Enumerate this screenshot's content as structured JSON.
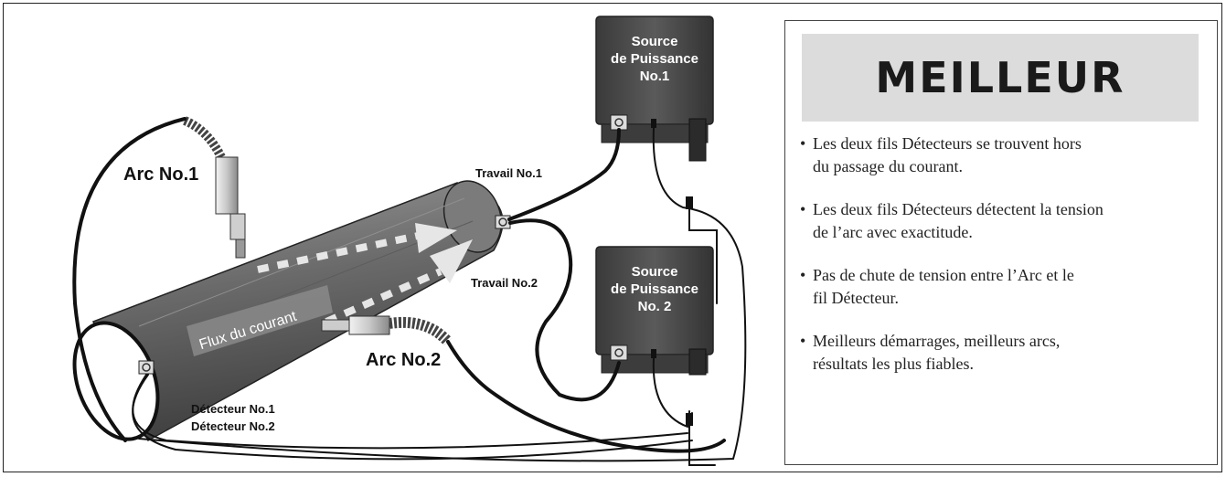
{
  "diagram": {
    "labels": {
      "arc1": "Arc No.1",
      "arc2": "Arc No.2",
      "work1": "Travail No.1",
      "work2": "Travail No.2",
      "sense1": "Détecteur No.1",
      "sense2": "Détecteur No.2",
      "flow": "Flux du courant"
    },
    "power_source_1": {
      "line1": "Source",
      "line2": "de Puissance",
      "line3": "No.1"
    },
    "power_source_2": {
      "line1": "Source",
      "line2": "de Puissance",
      "line3": "No. 2"
    }
  },
  "panel": {
    "title": "MEILLEUR",
    "bullets": [
      {
        "line1": "Les deux fils Détecteurs se trouvent hors",
        "line2": "du passage du courant."
      },
      {
        "line1": "Les deux fils Détecteurs détectent la tension",
        "line2": "de l’arc avec exactitude."
      },
      {
        "line1": "Pas de chute de tension entre l’Arc et le",
        "line2": "fil Détecteur."
      },
      {
        "line1": "Meilleurs démarrages, meilleurs arcs,",
        "line2": "résultats les plus fiables."
      }
    ],
    "bullet_symbol": "•"
  },
  "colors": {
    "pipe": "#6e6e6e",
    "source_box": "#4a4a4a",
    "cable": "#111111",
    "panel_head": "#dcdcdc"
  }
}
